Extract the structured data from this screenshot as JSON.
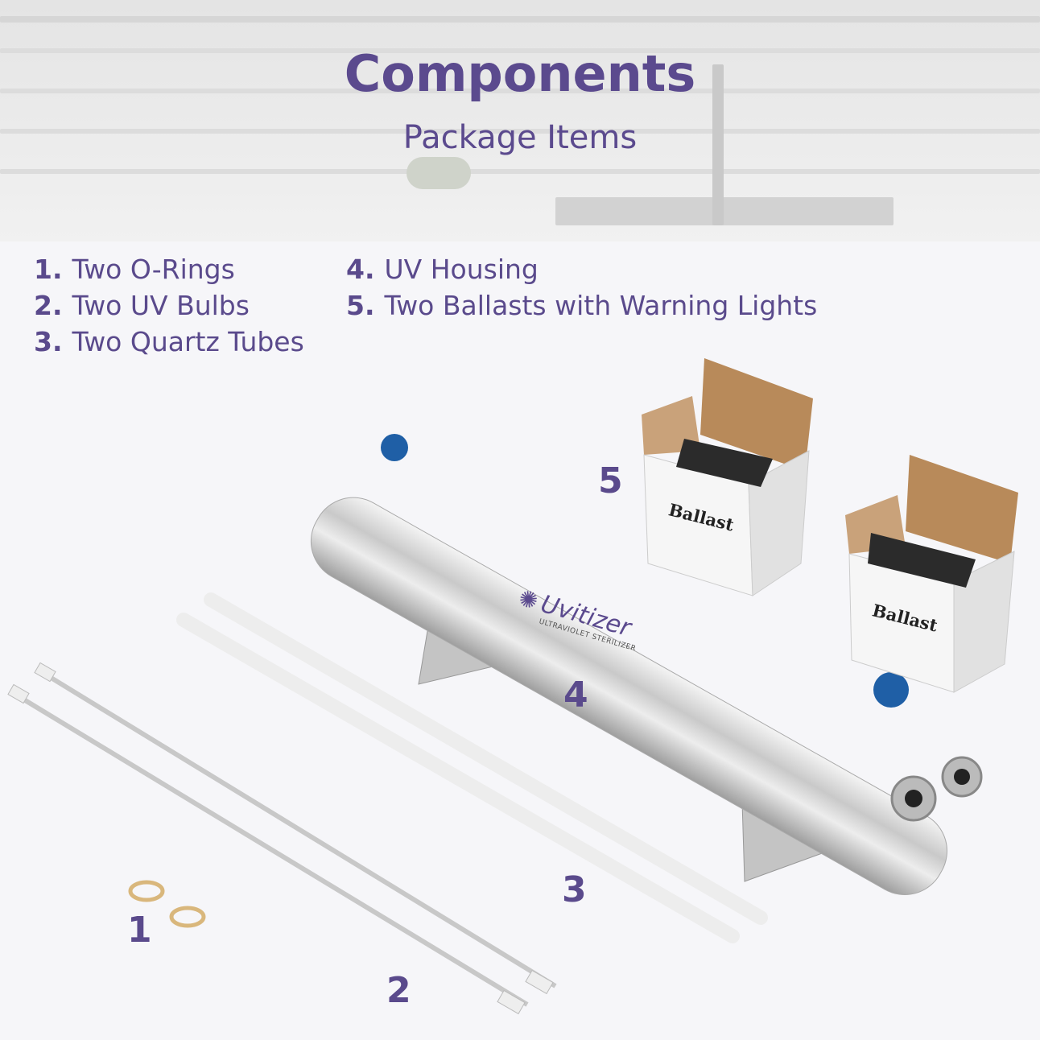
{
  "header": {
    "title": "Components",
    "subtitle": "Package Items"
  },
  "items": [
    {
      "number": "1.",
      "label": "Two O-Rings"
    },
    {
      "number": "2.",
      "label": "Two UV Bulbs"
    },
    {
      "number": "3.",
      "label": "Two Quartz Tubes"
    },
    {
      "number": "4.",
      "label": "UV Housing"
    },
    {
      "number": "5.",
      "label": "Two Ballasts with Warning Lights"
    }
  ],
  "callouts": [
    "1",
    "2",
    "3",
    "4",
    "5"
  ],
  "product": {
    "brand": "Uvitizer",
    "tagline": "ULTRAVIOLET STERILIZER",
    "box_label": "Ballast"
  },
  "colors": {
    "accent": "#5b4a8e",
    "background": "#f6f6f9"
  }
}
